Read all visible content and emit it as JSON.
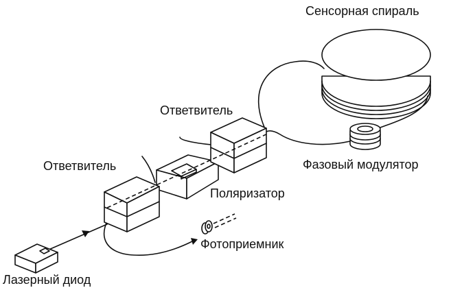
{
  "labels": {
    "sensor_coil": "Сенсорная спираль",
    "coupler_top": "Ответвитель",
    "coupler_left": "Ответвитель",
    "phase_modulator": "Фазовый модулятор",
    "polarizer": "Поляризатор",
    "photodetector": "Фотоприемник",
    "laser_diode": "Лазерный диод"
  }
}
